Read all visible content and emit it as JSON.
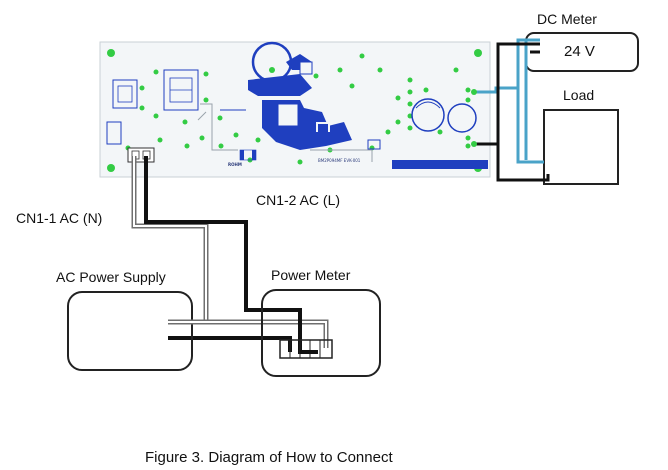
{
  "labels": {
    "dc_meter": "DC Meter",
    "dc_meter_value": "24 V",
    "load": "Load",
    "cn1_1": "CN1-1 AC (N)",
    "cn1_2": "CN1-2 AC (L)",
    "ac_power_supply": "AC Power Supply",
    "power_meter": "Power Meter",
    "caption": "Figure 3. Diagram of How to Connect"
  },
  "pcb": {
    "board_text": "BM2P094MF EVK-001",
    "logo_text": "ROHM"
  },
  "colors": {
    "board_fill": "#f3f6f8",
    "trace_blue": "#1f3fbf",
    "pad_green": "#33cc44",
    "dc_wire_blue": "#4aa3c8",
    "wire_black": "#111111",
    "wire_gray": "#8c8c8c"
  }
}
